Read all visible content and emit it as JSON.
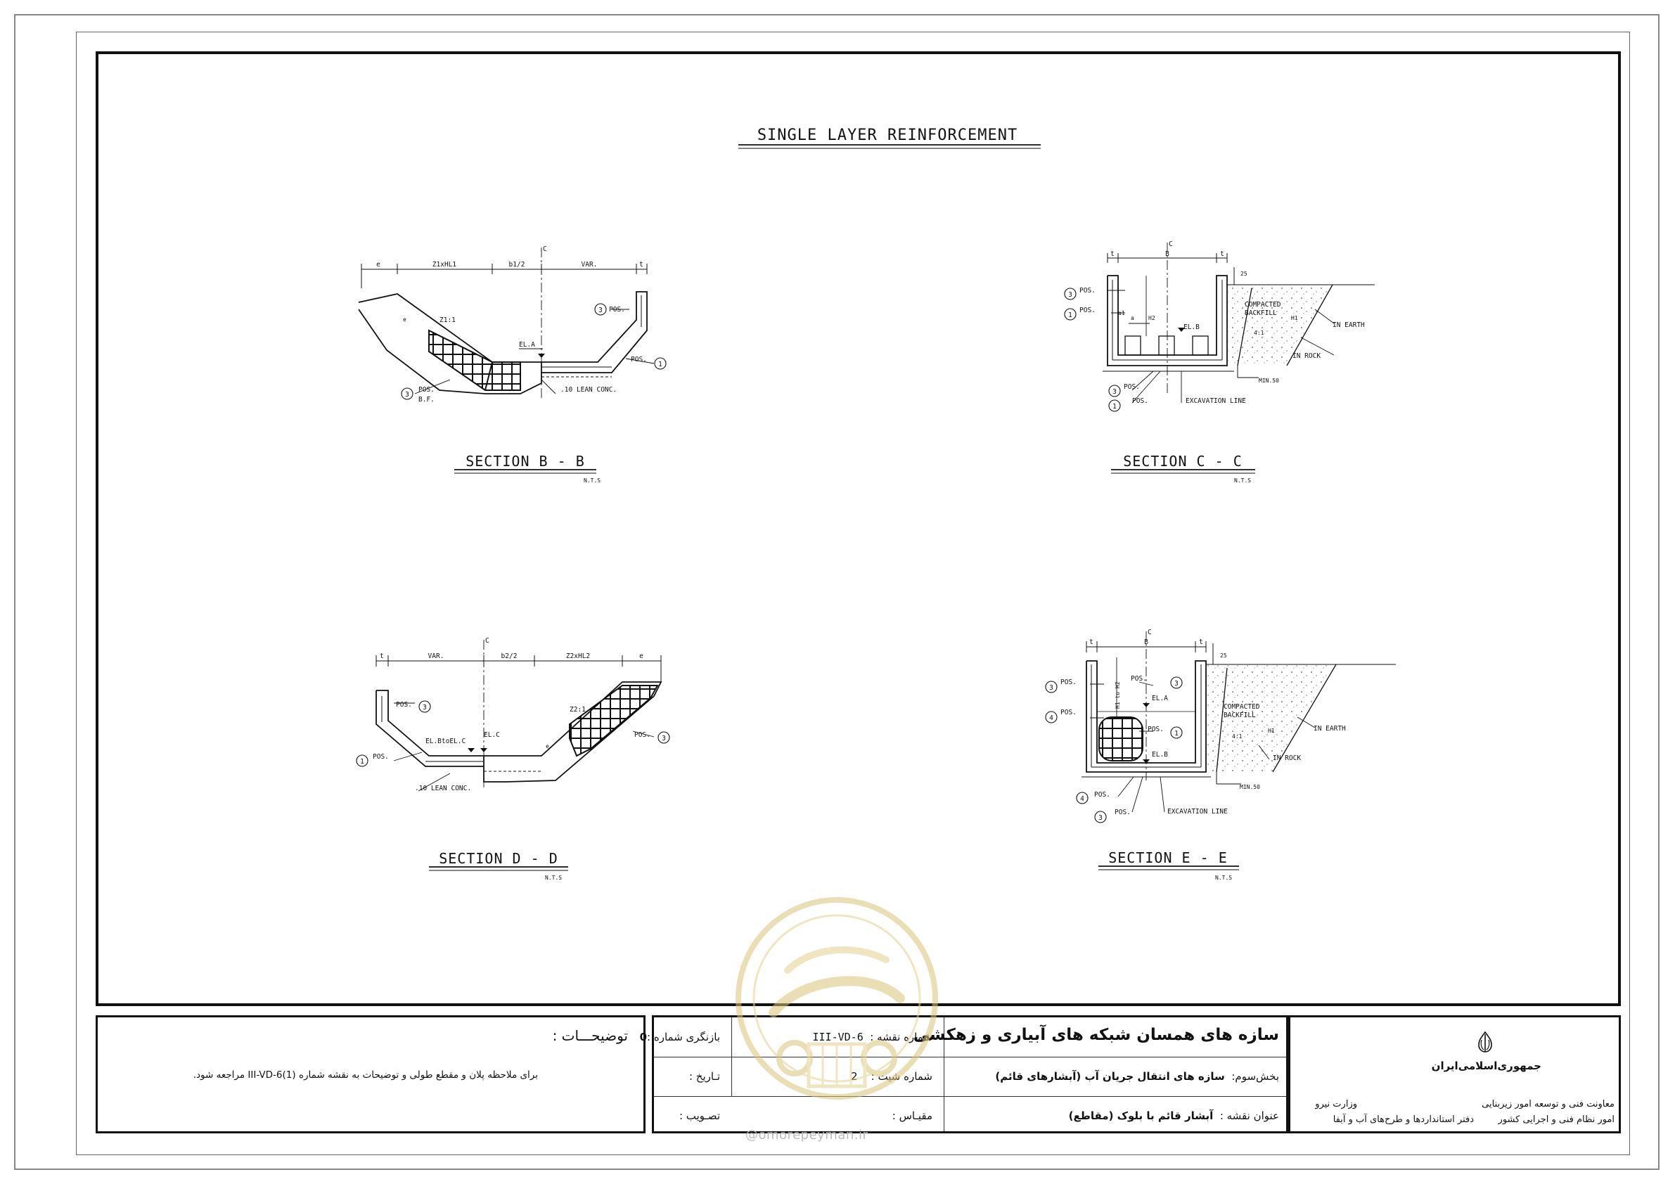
{
  "sheet": {
    "title": "SINGLE LAYER REINFORCEMENT"
  },
  "sections": {
    "bb": {
      "title": "SECTION   B - B",
      "scale": "N.T.S",
      "dims": {
        "e": "e",
        "z1hl1": "Z1xHL1",
        "b1half": "b1/2",
        "var": "VAR.",
        "t": "t"
      },
      "labels": {
        "slope": "Z1:1",
        "ela": "EL.A",
        "lean": ".10 LEAN CONC.",
        "pos": "POS.",
        "bf": "B.F.",
        "cl": "C",
        "e_mark": "e"
      },
      "callouts": {
        "pos3_right": "3",
        "pos1": "1",
        "pos3_bottom": "3"
      }
    },
    "cc": {
      "title": "SECTION   C - C",
      "scale": "N.T.S",
      "dims": {
        "t": "t",
        "b": "B",
        "dim25": "25",
        "a1": "a1",
        "a": "a",
        "h2": "H2",
        "min50": "MIN.50",
        "h1": "H1",
        "slope": "4:1"
      },
      "labels": {
        "pos": "POS.",
        "compacted": "COMPACTED",
        "backfill": "BACKFILL",
        "in_earth": "IN EARTH",
        "in_rock": "IN ROCK",
        "elb": "EL.B",
        "excavation": "EXCAVATION LINE",
        "cl": "C"
      },
      "callouts": {
        "c3": "3",
        "c1": "1",
        "c3b": "3",
        "c1b": "1"
      }
    },
    "dd": {
      "title": "SECTION   D - D",
      "scale": "N.T.S",
      "dims": {
        "t": "t",
        "var": "VAR.",
        "b2half": "b2/2",
        "z2hl2": "Z2xHL2",
        "e": "e"
      },
      "labels": {
        "slope": "Z2:1",
        "elc": "EL.C",
        "elbtoelc": "EL.BtoEL.C",
        "lean": ".10 LEAN CONC.",
        "pos": "POS.",
        "cl": "C",
        "e_mark": "e"
      },
      "callouts": {
        "c3": "3",
        "c1": "1",
        "c3r": "3"
      }
    },
    "ee": {
      "title": "SECTION   E - E",
      "scale": "N.T.S",
      "dims": {
        "t": "t",
        "b": "B",
        "dim25": "25",
        "h1toh2": "H1 to H2",
        "min50": "MIN.50",
        "h1": "H1",
        "slope": "4:1"
      },
      "labels": {
        "pos": "POS.",
        "compacted": "COMPACTED",
        "backfill": "BACKFILL",
        "in_earth": "IN EARTH",
        "in_rock": "IN ROCK",
        "ela": "EL.A",
        "elb": "EL.B",
        "excavation": "EXCAVATION LINE",
        "cl": "C"
      },
      "callouts": {
        "c3": "3",
        "c4": "4",
        "c3m": "3",
        "c1": "1",
        "c4b": "4",
        "c3b": "3"
      }
    }
  },
  "title_block": {
    "notes_title": "توضیحـــات :",
    "notes_body": "برای ملاحظه پلان و مقطع طولی و توضیحات به نقشه شماره (III-VD-6(1  مراجعه شود.",
    "project": "سازه های همسان شبکه های آبیاری و زهکشی",
    "section_label": "بخش‌سوم:",
    "section_value": "سازه های انتقال جریان آب (آبشارهای قائم)",
    "drawing_title_label": "عنوان نقشه :",
    "drawing_title_value": "آبشار قائم با بلوک (مقاطع)",
    "drawing_no_label": "شماره نقشه :",
    "drawing_no_value": "III-VD-6",
    "revision_label": "بازنگری شماره :",
    "revision_value": "0",
    "sheet_no_label": "شماره شیت :",
    "sheet_no_value": "2",
    "date_label": "تـاریخ :",
    "scale_label": "مقیـاس :",
    "approval_label": "تصـویب :",
    "country": "جمهوری‌اسلامی‌ایران",
    "ministry": "وزارت نیرو",
    "deputy": "معاونت فنی و توسعه امور زیربنایی",
    "office": "امور نظام فنی و اجرایی کشور",
    "bureau": "دفتر استانداردها و طرح‌های آب و آبفا"
  },
  "watermark": {
    "url": "@omorepeyman.ir"
  }
}
